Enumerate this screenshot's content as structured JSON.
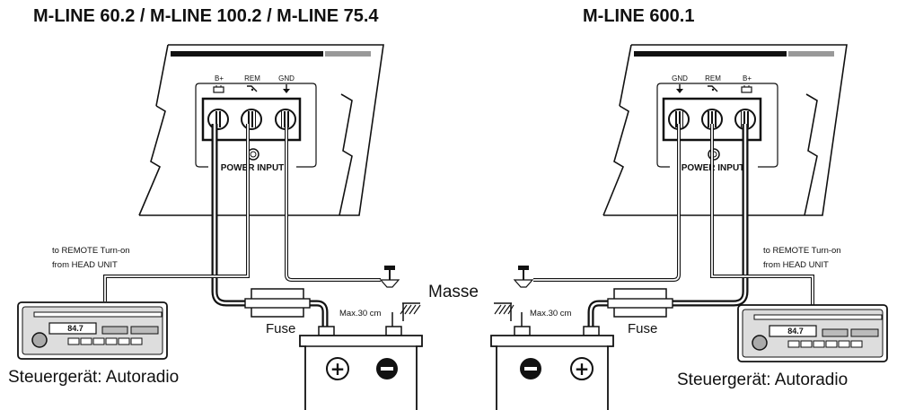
{
  "left": {
    "title": "M-LINE 60.2 / M-LINE 100.2 / M-LINE 75.4",
    "terminals": [
      "B+",
      "REM",
      "GND"
    ],
    "panel_label": "POWER INPUT",
    "remote_note_line1": "to REMOTE Turn-on",
    "remote_note_line2": "from HEAD UNIT",
    "fuse_label": "Fuse",
    "max_length": "Max.30 cm",
    "radio_frequency": "84.7",
    "head_unit_caption": "Steuergerät: Autoradio",
    "battery_plus": "+",
    "battery_minus": "−"
  },
  "right": {
    "title": "M-LINE 600.1",
    "terminals": [
      "GND",
      "REM",
      "B+"
    ],
    "panel_label": "POWER INPUT",
    "remote_note_line1": "to REMOTE Turn-on",
    "remote_note_line2": "from HEAD UNIT",
    "fuse_label": "Fuse",
    "max_length": "Max.30 cm",
    "radio_frequency": "84.7",
    "head_unit_caption": "Steuergerät: Autoradio",
    "battery_plus": "+",
    "battery_minus": "−"
  },
  "ground_label": "Masse"
}
